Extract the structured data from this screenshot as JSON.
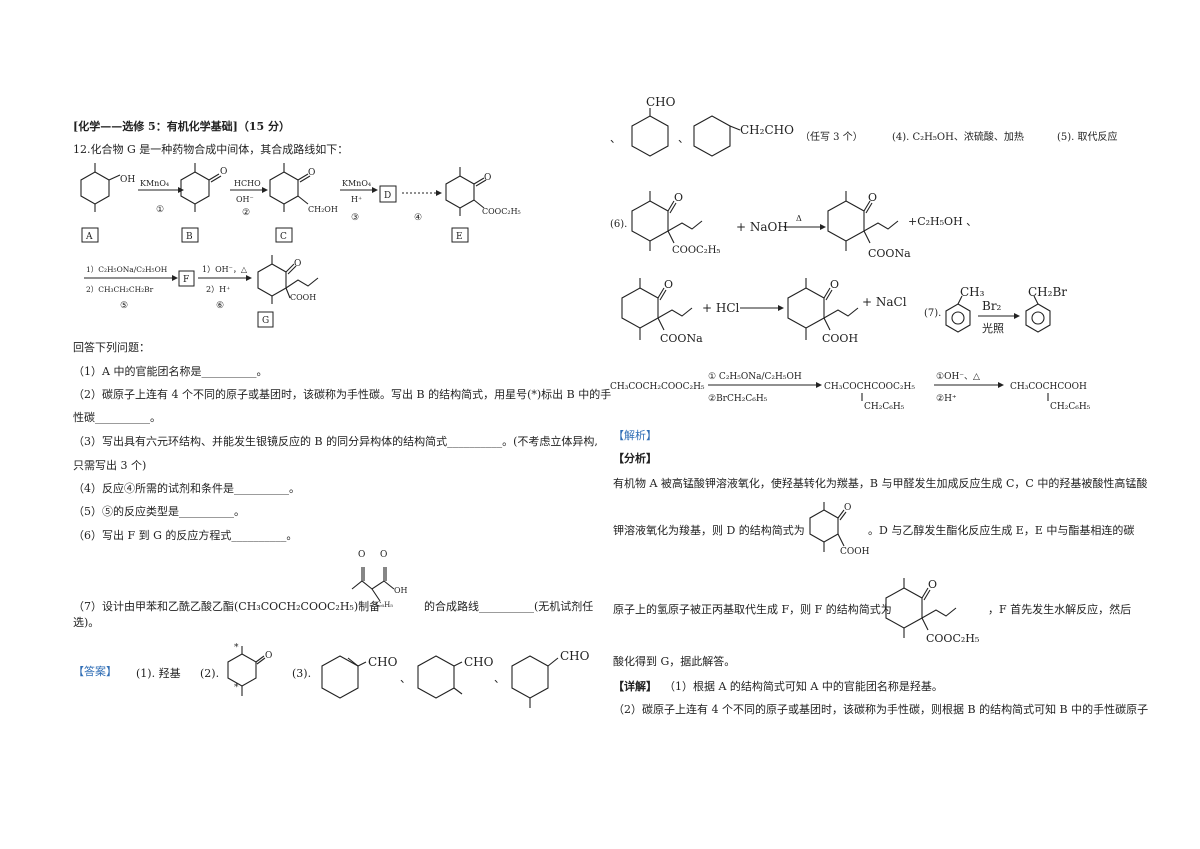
{
  "left": {
    "header": "[化学——选修 5：有机化学基础]（15 分）",
    "q_intro": "12.化合物 G 是一种药物合成中间体，其合成路线如下：",
    "route": {
      "labels": [
        "A",
        "B",
        "C",
        "D",
        "E",
        "F",
        "G"
      ],
      "reagents": {
        "r1": "KMnO₄",
        "s1": "①",
        "r2a": "HCHO",
        "r2b": "OH⁻",
        "s2": "②",
        "r3a": "KMnO₄",
        "r3b": "H⁺",
        "s3": "③",
        "s4": "④",
        "r5a": "1）C₂H₅ONa/C₂H₅OH",
        "r5b": "2）CH₃CH₂CH₂Br",
        "s5": "⑤",
        "r6a": "1）OH⁻，△",
        "r6b": "2）H⁺",
        "s6": "⑥"
      },
      "groups": {
        "oh": "OH",
        "ch2oh": "CH₂OH",
        "cooet": "COOC₂H₅",
        "cooh": "COOH",
        "o": "O"
      }
    },
    "answer_prompt": "回答下列问题：",
    "questions": [
      "（1）A 中的官能团名称是__________。",
      "（2）碳原子上连有 4 个不同的原子或基团时，该碳称为手性碳。写出 B 的结构简式，用星号(*)标出 B 中的手",
      "性碳__________。",
      "（3）写出具有六元环结构、并能发生银镜反应的 B 的同分异构体的结构简式__________。(不考虑立体异构,",
      "只需写出 3 个)",
      "（4）反应④所需的试剂和条件是__________。",
      "（5）⑤的反应类型是__________。",
      "（6）写出 F 到 G 的反应方程式__________。"
    ],
    "q7_before": "（7）设计由甲苯和乙酰乙酸乙酯(CH₃COCH₂COOC₂H₅)制备",
    "q7_after": "的合成路线__________(无机试剂任",
    "q7_end": "选)。",
    "q7_struct": {
      "oh": "OH",
      "sub": "C₆H₅"
    },
    "answer_tag": "【答案】",
    "answer_1": "(1). 羟基",
    "answer_2": "(2).",
    "answer_3": "(3).",
    "star": "*",
    "cho": "CHO",
    "sep": "、"
  },
  "right": {
    "iso_tail": "（任写 3 个）",
    "a4": "(4). C₂H₅OH、浓硫酸、加热",
    "a5": "(5). 取代反应",
    "a6": "(6).",
    "ch2cho": "CH₂CHO",
    "naoh": "+ NaOH",
    "delta": "Δ",
    "c2h5oh": "+C₂H₅OH 、",
    "hcl": "+ HCl",
    "nacl": "+ NaCl",
    "coona": "COONa",
    "cooh": "COOH",
    "cooet": "COOC₂H₅",
    "a7": "(7).",
    "ch3": "CH₃",
    "ch2br": "CH₂Br",
    "br2": "Br₂",
    "light": "光照",
    "syn": {
      "s0": "CH₃COCH₂COOC₂H₅",
      "c1a": "① C₂H₅ONa/C₂H₅OH",
      "c1b": "②BrCH₂C₆H₅",
      "s1": "CH₃COCHCOOC₂H₅",
      "s1sub": "CH₂C₆H₅",
      "c2a": "①OH⁻、△",
      "c2b": "②H⁺",
      "s2": "CH₃COCHCOOH",
      "s2sub": "CH₂C₆H₅"
    },
    "jiexi": "【解析】",
    "fenxi": "【分析】",
    "p1": "有机物 A 被高锰酸钾溶液氧化，使羟基转化为羰基，B 与甲醛发生加成反应生成 C，C 中的羟基被酸性高锰酸",
    "p2a": "钾溶液氧化为羧基，则 D 的结构简式为",
    "p2b": "。D 与乙醇发生酯化反应生成 E，E 中与酯基相连的碳",
    "p3a": "原子上的氢原子被正丙基取代生成 F，则 F 的结构简式为",
    "p3b": "，F 首先发生水解反应，然后",
    "p4": "酸化得到 G，据此解答。",
    "xiangjie": "【详解】",
    "d1": "（1）根据 A 的结构简式可知 A 中的官能团名称是羟基。",
    "d2": "（2）碳原子上连有 4 个不同的原子或基团时，该碳称为手性碳，则根据 B 的结构简式可知 B 中的手性碳原子"
  }
}
